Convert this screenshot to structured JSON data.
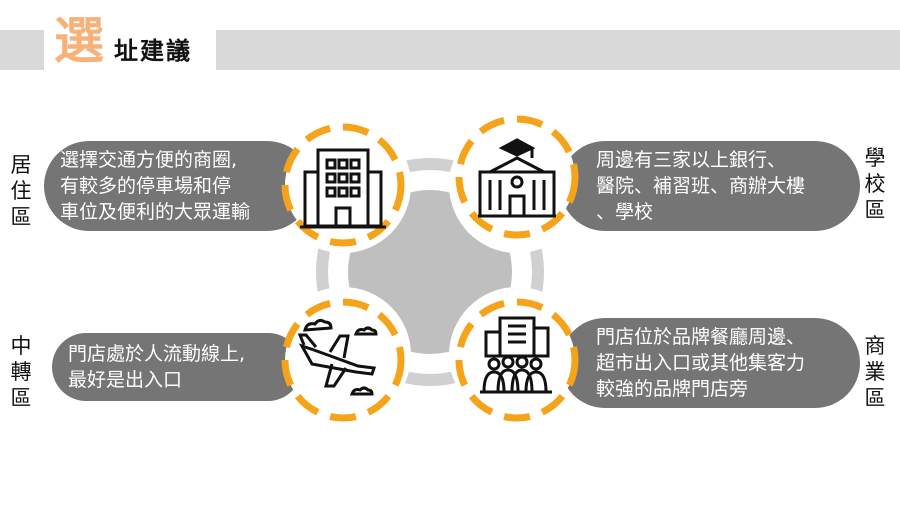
{
  "header": {
    "title_big": "選",
    "title_rest": "址建議"
  },
  "quadrants": [
    {
      "position": "top-left",
      "label_lines": [
        "居",
        "住",
        "區"
      ],
      "text_lines": [
        "選擇交通方便的商圈,",
        "有較多的停車場和停",
        "車位及便利的大眾運輸"
      ],
      "icon": "office-building-icon"
    },
    {
      "position": "top-right",
      "label_lines": [
        "學",
        "校",
        "區"
      ],
      "text_lines": [
        "周邊有三家以上銀行、",
        "醫院、補習班、商辦大樓",
        "、學校"
      ],
      "icon": "school-building-icon"
    },
    {
      "position": "bottom-left",
      "label_lines": [
        "中",
        "轉",
        "區"
      ],
      "text_lines": [
        "門店處於人流動線上,",
        "最好是出入口"
      ],
      "icon": "airplane-icon"
    },
    {
      "position": "bottom-right",
      "label_lines": [
        "商",
        "業",
        "區"
      ],
      "text_lines": [
        "門店位於品牌餐廳周邊、",
        "超市出入口或其他集客力",
        "較強的品牌門店旁"
      ],
      "icon": "crowd-city-icon"
    }
  ],
  "colors": {
    "accent_orange": "#f5a31a",
    "pill_gray": "#757575",
    "center_gray": "#bfbfbf",
    "ring_gray": "#d0d0d0",
    "title_orange": "#f7b27a",
    "header_gray": "#d9d9d9"
  }
}
